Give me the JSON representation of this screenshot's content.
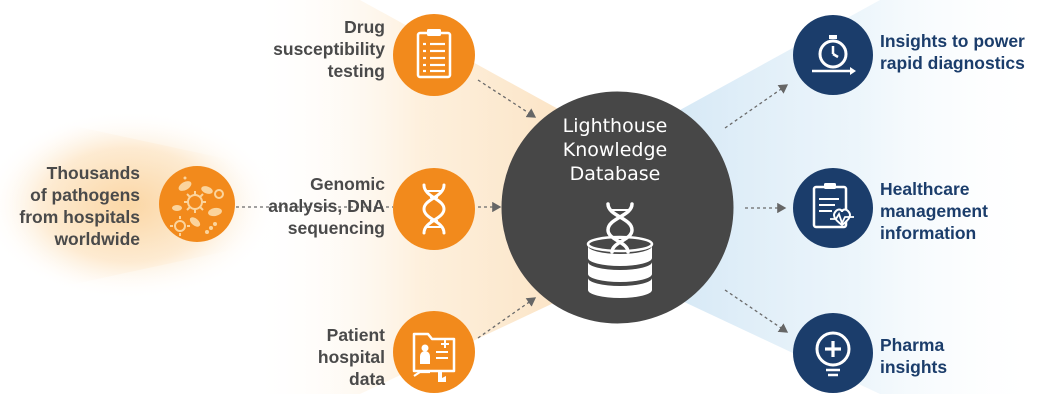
{
  "colors": {
    "orange": "#f28a1c",
    "navy": "#1b3d6b",
    "hub": "#474747",
    "label_gray": "#4a4a4a"
  },
  "source": {
    "lines": [
      "Thousands",
      "of pathogens",
      "from hospitals",
      "worldwide"
    ],
    "icon": "pathogen-cluster-icon"
  },
  "inputs": [
    {
      "lines": [
        "Drug",
        "susceptibility",
        "testing"
      ],
      "icon": "clipboard-checklist-icon"
    },
    {
      "lines": [
        "Genomic",
        "analysis, DNA",
        "sequencing"
      ],
      "icon": "dna-helix-icon"
    },
    {
      "lines": [
        "Patient",
        "hospital",
        "data"
      ],
      "icon": "patient-records-icon"
    }
  ],
  "hub": {
    "lines": [
      "Lighthouse",
      "Knowledge",
      "Database"
    ],
    "icon": "dna-database-icon"
  },
  "outputs": [
    {
      "lines": [
        "Insights to power",
        "rapid diagnostics"
      ],
      "icon": "stopwatch-icon"
    },
    {
      "lines": [
        "Healthcare",
        "management",
        "information"
      ],
      "icon": "medical-chart-heartbeat-icon"
    },
    {
      "lines": [
        "Pharma",
        "insights"
      ],
      "icon": "lightbulb-plus-icon"
    }
  ]
}
